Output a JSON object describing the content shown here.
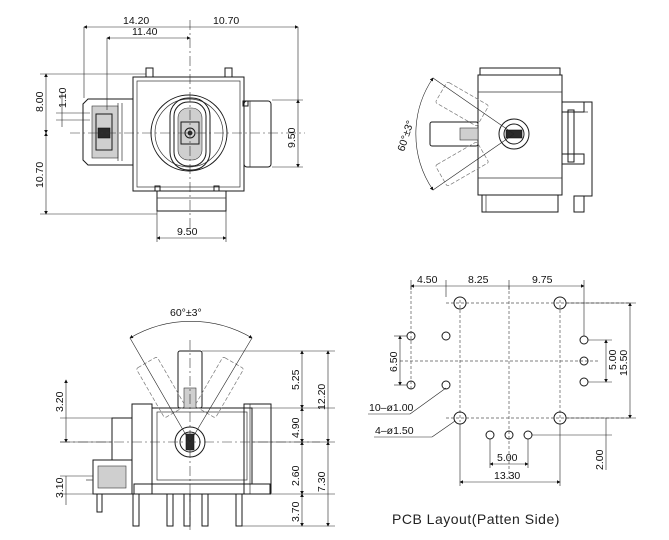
{
  "front_view": {
    "dim_14_20": "14.20",
    "dim_10_70_top": "10.70",
    "dim_11_40": "11.40",
    "dim_8_00": "8.00",
    "dim_1_10": "1.10",
    "dim_10_70_left": "10.70",
    "dim_9_50_right": "9.50",
    "dim_9_50_bottom": "9.50"
  },
  "side_view": {
    "angle": "60°±3°"
  },
  "bottom_view": {
    "angle": "60°±3°",
    "dim_5_25": "5.25",
    "dim_12_20": "12.20",
    "dim_3_20": "3.20",
    "dim_4_90": "4.90",
    "dim_2_60": "2.60",
    "dim_7_30": "7.30",
    "dim_3_10": "3.10",
    "dim_3_70": "3.70"
  },
  "pcb_layout": {
    "dim_4_50": "4.50",
    "dim_8_25": "8.25",
    "dim_9_75": "9.75",
    "dim_6_50": "6.50",
    "dim_5_00_right": "5.00",
    "dim_15_50": "15.50",
    "hole_small": "10–ø1.00",
    "hole_large": "4–ø1.50",
    "dim_5_00_bottom": "5.00",
    "dim_2_00": "2.00",
    "dim_13_30": "13.30",
    "caption": "PCB  Layout(Patten  Side)"
  }
}
